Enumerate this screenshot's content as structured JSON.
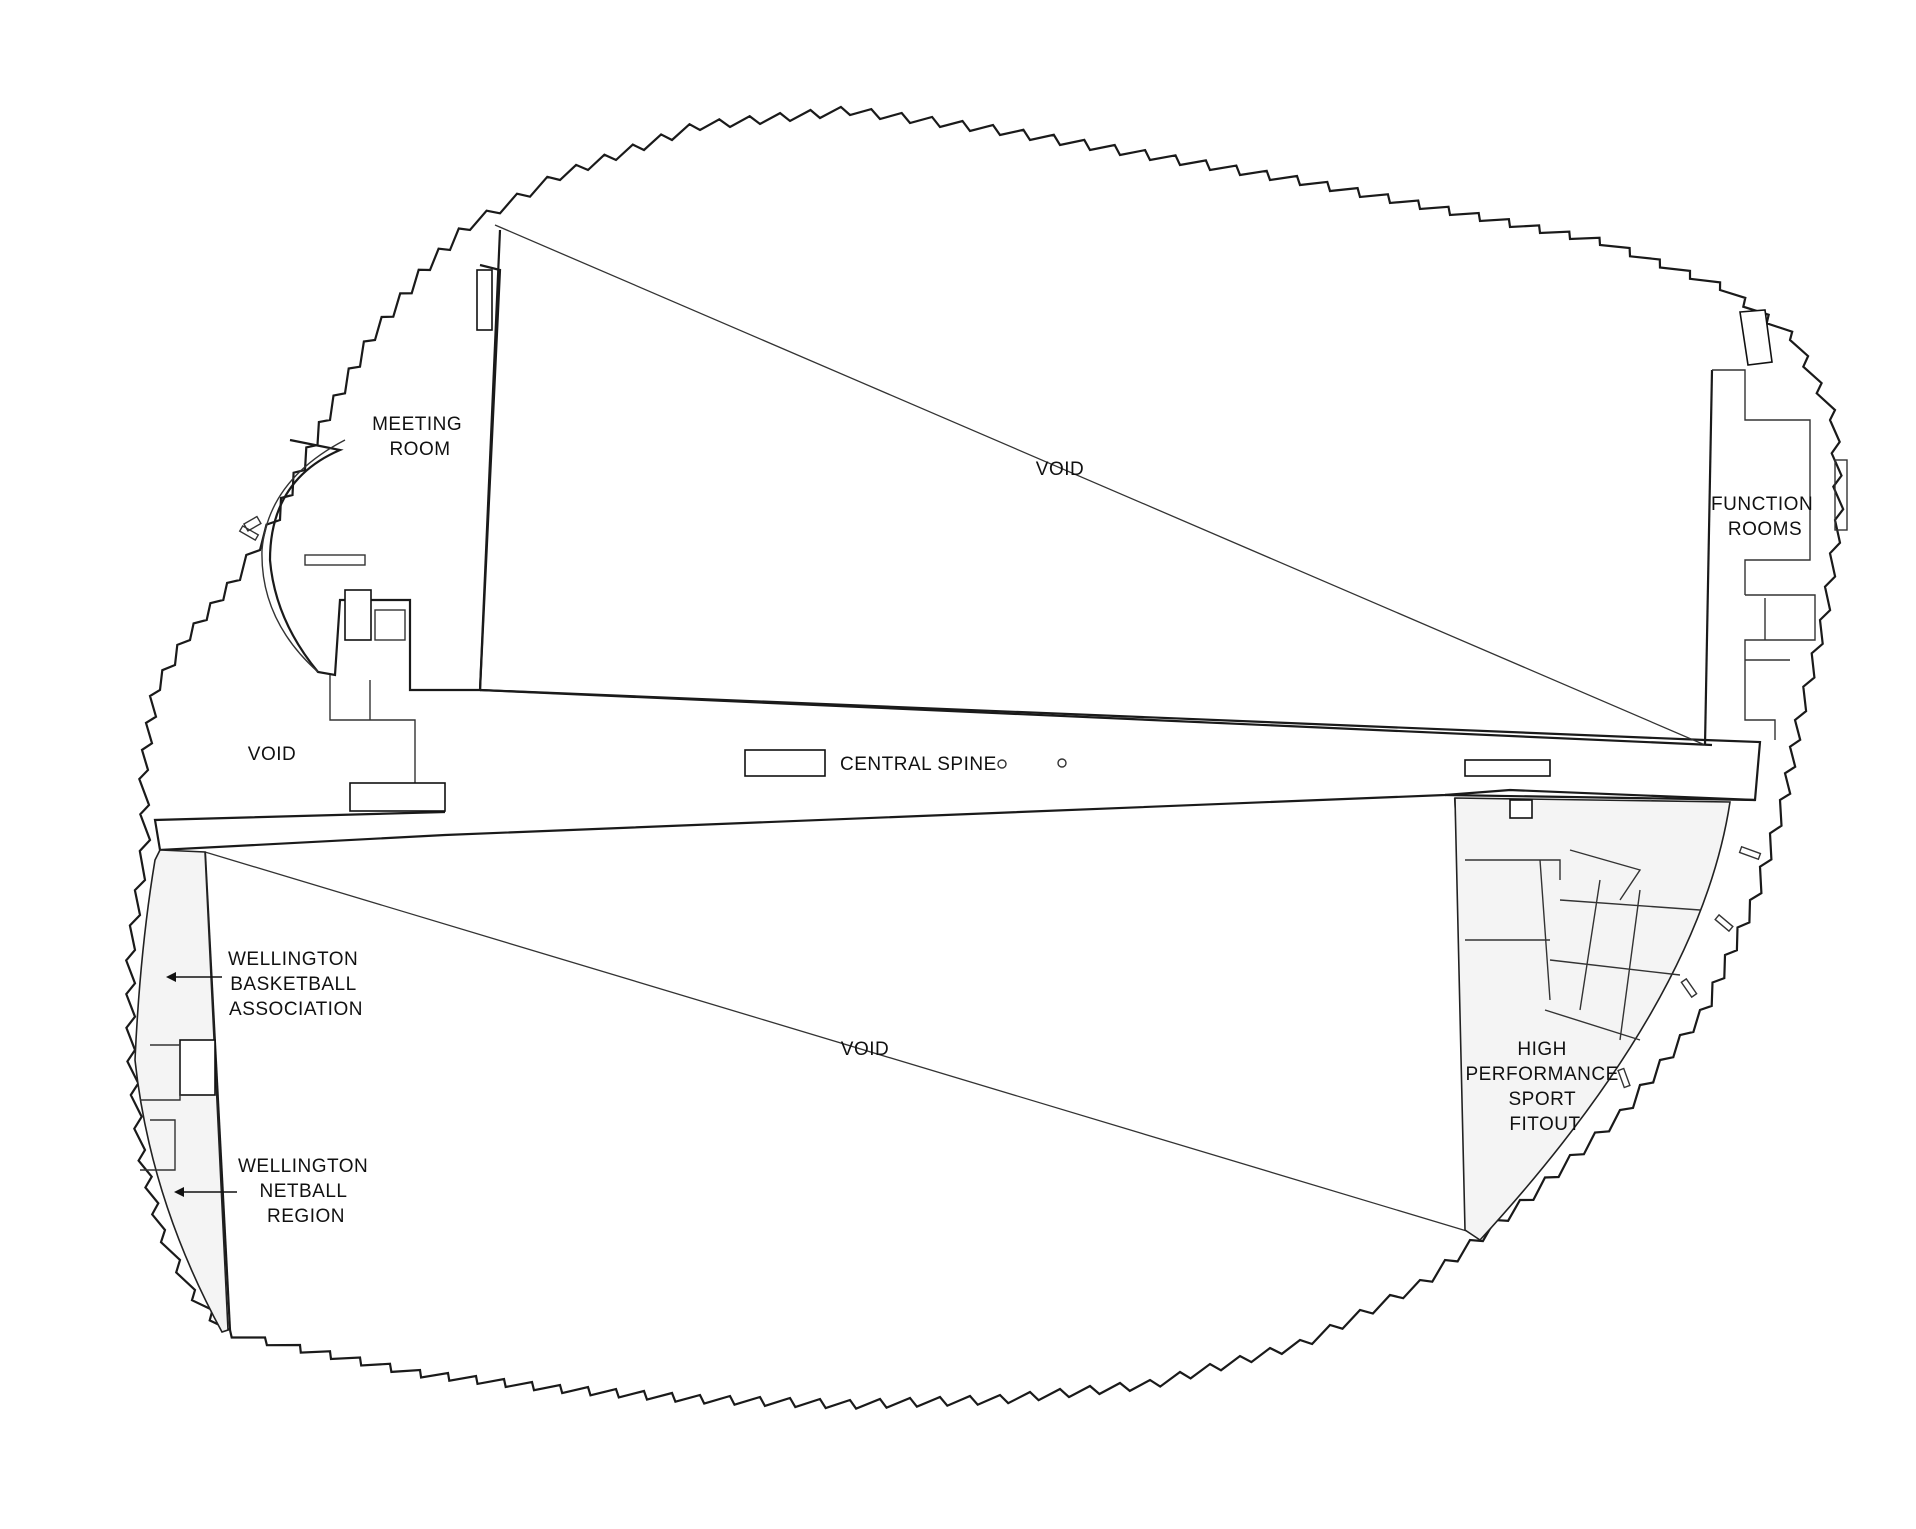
{
  "labels": {
    "meeting_room": [
      "MEETING",
      "ROOM"
    ],
    "void_top": "VOID",
    "function_rooms": [
      "FUNCTION",
      "ROOMS"
    ],
    "void_left": "VOID",
    "central_spine": "CENTRAL SPINE",
    "void_bottom": "VOID",
    "basketball": [
      "WELLINGTON",
      "BASKETBALL",
      "ASSOCIATION"
    ],
    "netball": [
      "WELLINGTON",
      "NETBALL",
      "REGION"
    ],
    "high_performance": [
      "HIGH",
      "PERFORMANCE",
      "SPORT",
      "FITOUT"
    ]
  },
  "colors": {
    "line": "#1a1a1a",
    "room_fill": "#f4f4f4",
    "background": "#ffffff"
  }
}
